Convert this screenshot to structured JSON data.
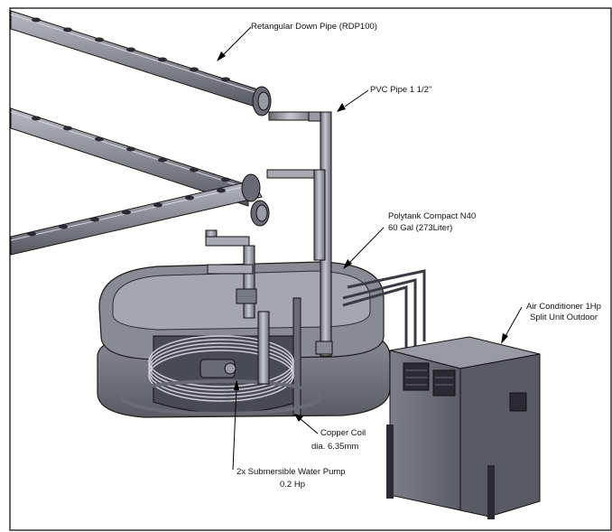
{
  "labels": {
    "down_pipe": "Retangular Down Pipe (RDP100)",
    "pvc_pipe": "PVC Pipe 1 1/2\"",
    "polytank_line1": "Polytank Compact N40",
    "polytank_line2": "60 Gal (273Liter)",
    "ac_line1": "Air Conditioner 1Hp",
    "ac_line2": "Split Unit Outdoor",
    "coil_line1": "Copper Coil",
    "coil_line2": "dia.     6.35mm",
    "pump_line1": "2x Submersible Water Pump",
    "pump_line2": "0.2 Hp"
  },
  "colors": {
    "body_dark": "#5f5f66",
    "body_mid": "#7c7c84",
    "body_light": "#a8a8b0",
    "outline": "#1a1a1a"
  }
}
